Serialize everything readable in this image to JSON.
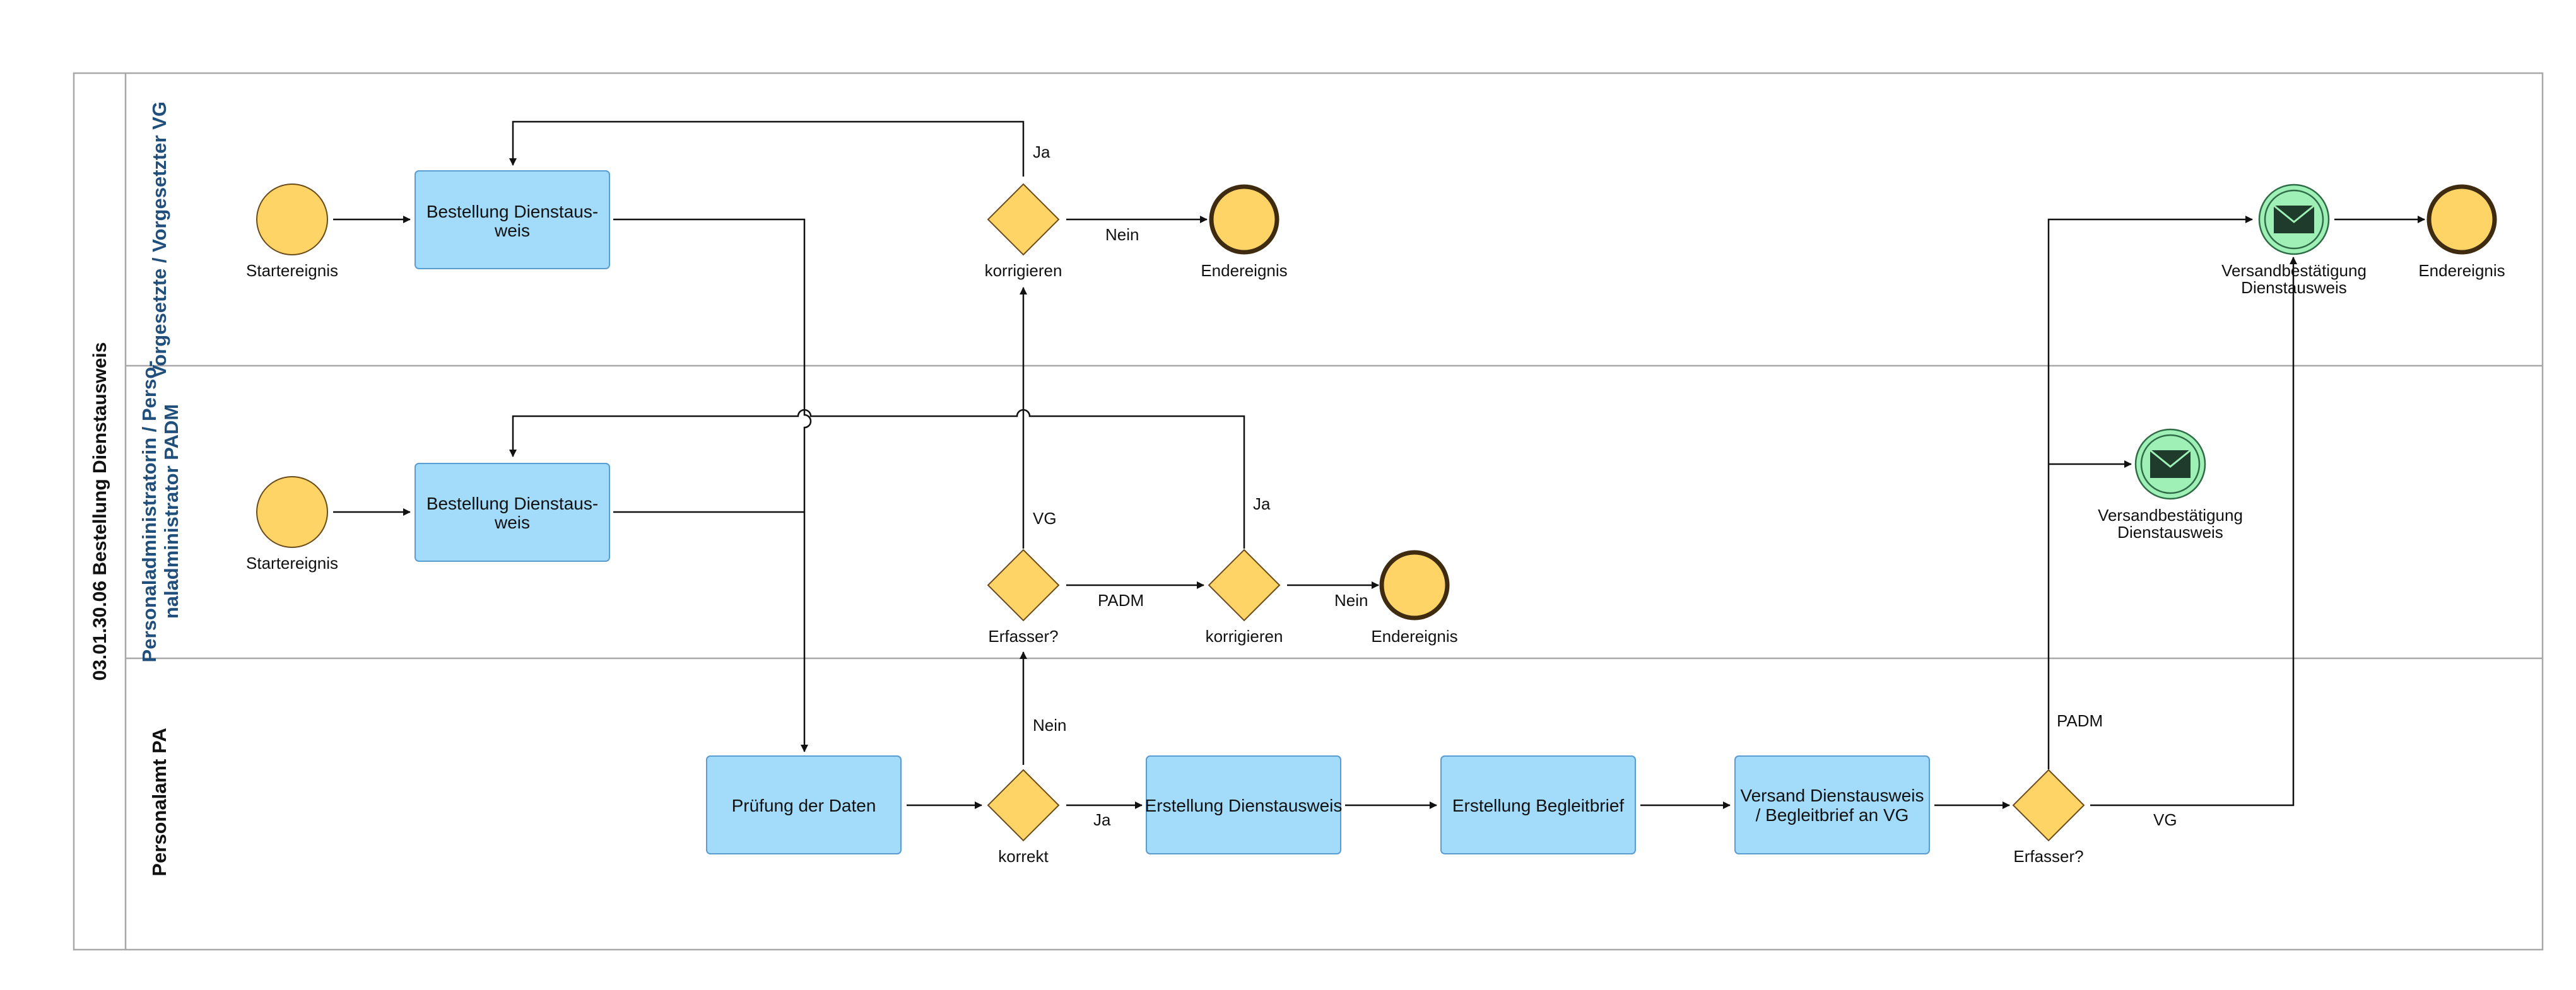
{
  "pool": {
    "title": "03.01.30.06 Bestellung Dienstausweis"
  },
  "lanes": {
    "vg": {
      "label": "Vorgesetzte / Vorgesetzter VG"
    },
    "padm": {
      "line1": "Personaladministratorin / Perso-",
      "line2": "naladministrator PADM"
    },
    "pa": {
      "label": "Personalamt PA"
    }
  },
  "elements": {
    "start_vg": "Startereignis",
    "task_vg_l1": "Bestellung Dienstaus-",
    "task_vg_l2": "weis",
    "gw_vg_korrigieren": "korrigieren",
    "end_vg_1": "Endereignis",
    "msg_vg_l1": "Versandbestätigung",
    "msg_vg_l2": "Dienstausweis",
    "end_vg_2": "Endereignis",
    "start_padm": "Startereignis",
    "task_padm_l1": "Bestellung Dienstaus-",
    "task_padm_l2": "weis",
    "gw_erfasser": "Erfasser?",
    "gw_padm_korrigieren": "korrigieren",
    "end_padm": "Endereignis",
    "msg_padm_l1": "Versandbestätigung",
    "msg_padm_l2": "Dienstausweis",
    "task_pruefung": "Prüfung der Daten",
    "gw_korrekt": "korrekt",
    "task_erstellung_ausweis": "Erstellung Dienstausweis",
    "task_erstellung_brief": "Erstellung Begleitbrief",
    "task_versand_l1": "Versand Dienstausweis",
    "task_versand_l2": "/ Begleitbrief an VG",
    "gw_erfasser_pa": "Erfasser?"
  },
  "flow_labels": {
    "ja_top": "Ja",
    "nein_vg": "Nein",
    "vg": "VG",
    "padm": "PADM",
    "ja_padm": "Ja",
    "nein_padm": "Nein",
    "nein_pa": "Nein",
    "ja_pa": "Ja",
    "padm_pa": "PADM",
    "vg_pa": "VG"
  },
  "colors": {
    "task_fill": "#a3dcfb",
    "task_stroke": "#5a9bd0",
    "event_fill": "#ffd466",
    "event_stroke": "#6b4c1a",
    "gateway_fill": "#ffd466",
    "message_fill": "#9ef0b6",
    "message_icon": "#1e3b2b",
    "lane_border": "#a8a8a8"
  }
}
